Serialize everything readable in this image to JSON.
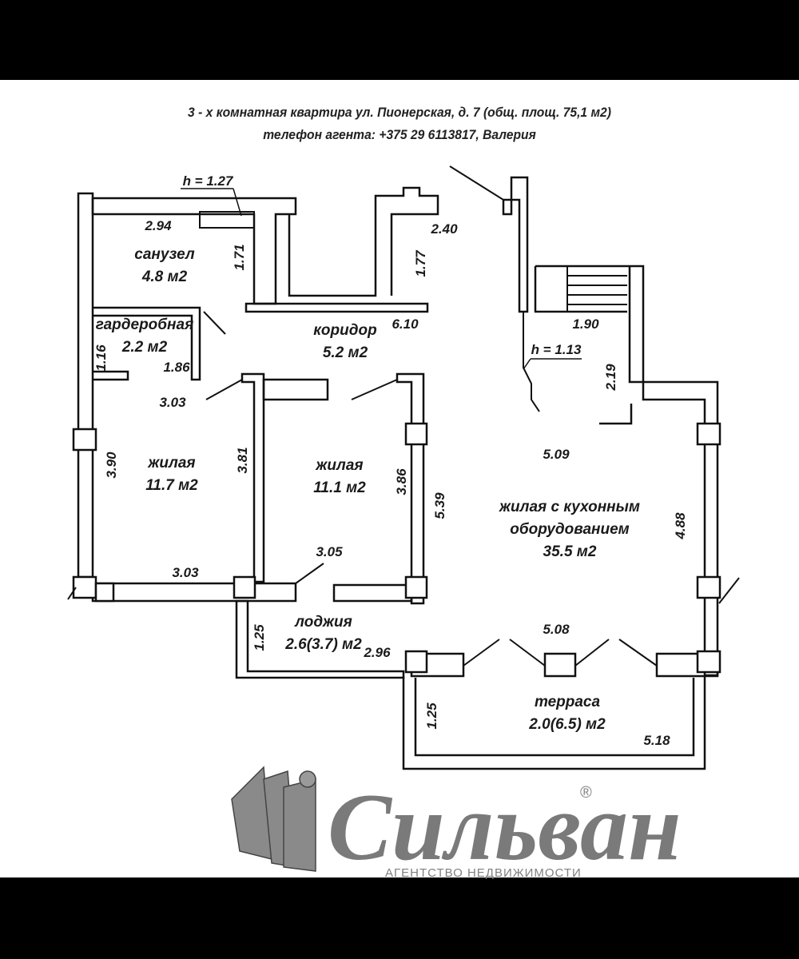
{
  "header": {
    "line1": "3 - х комнатная квартира ул. Пионерская, д. 7 (общ. площ. 75,1 м2)",
    "line2": "телефон агента: +375 29 6113817, Валерия"
  },
  "rooms": {
    "bathroom": {
      "name": "санузел",
      "area": "4.8 м2"
    },
    "wardrobe": {
      "name": "гардеробная",
      "area": "2.2 м2"
    },
    "corridor": {
      "name": "коридор",
      "area": "5.2 м2"
    },
    "living1": {
      "name": "жилая",
      "area": "11.7 м2"
    },
    "living2": {
      "name": "жилая",
      "area": "11.1 м2"
    },
    "living_kitchen": {
      "name1": "жилая с кухонным",
      "name2": "оборудованием",
      "area": "35.5 м2"
    },
    "loggia": {
      "name": "лоджия",
      "area": "2.6(3.7) м2"
    },
    "terrace": {
      "name": "терраса",
      "area": "2.0(6.5) м2"
    }
  },
  "dimensions": {
    "h127": "h = 1.27",
    "h113": "h = 1.13",
    "d294": "2.94",
    "d171": "1.71",
    "d240": "2.40",
    "d177": "1.77",
    "d610": "6.10",
    "d190": "1.90",
    "d116": "1.16",
    "d186": "1.86",
    "d219": "2.19",
    "d303a": "3.03",
    "d509": "5.09",
    "d390": "3.90",
    "d381": "3.81",
    "d386": "3.86",
    "d539": "5.39",
    "d488": "4.88",
    "d305": "3.05",
    "d303b": "3.03",
    "d125a": "1.25",
    "d296": "2.96",
    "d508": "5.08",
    "d125b": "1.25",
    "d518": "5.18"
  },
  "logo": {
    "name": "Сильван",
    "registered": "®",
    "subtitle": "АГЕНТСТВО НЕДВИЖИМОСТИ"
  },
  "colors": {
    "page_border": "#000000",
    "paper": "#ffffff",
    "walls": "#111111",
    "logo_gray": "#7a7a7a"
  }
}
